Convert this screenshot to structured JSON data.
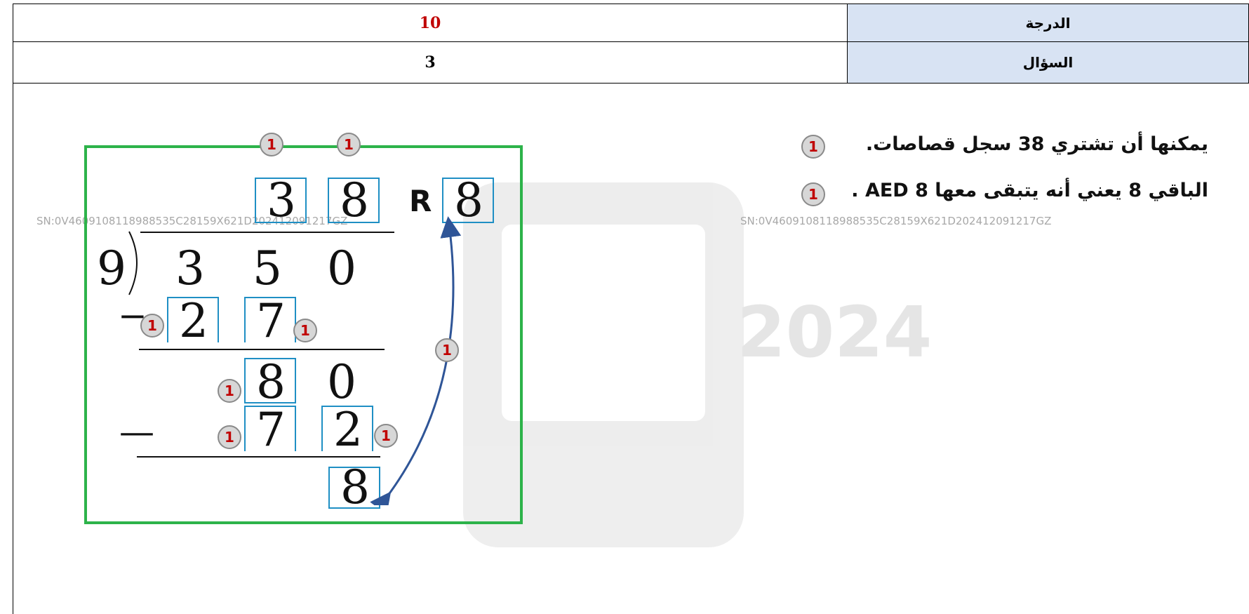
{
  "table": {
    "grade_label": "الدرجة",
    "grade_value": "10",
    "question_label": "السؤال",
    "question_value": "3"
  },
  "answer": {
    "line1": "يمكنها أن تشتري 38 سجل قصاصات.",
    "line2": "الباقي 8 يعني أنه يتبقى معها AED 8 ."
  },
  "serial": "SN:0V460910811898853 5C28159X621D202412091217GZ",
  "serial_text": "SN:0V4609108118988535C28159X621D202412091217GZ",
  "division": {
    "divisor": "9",
    "dividend": [
      "3",
      "5",
      "0"
    ],
    "quotient": [
      "3",
      "8"
    ],
    "remainder_letter": "R",
    "remainder": "8",
    "step1_product": [
      "2",
      "7"
    ],
    "step1_minus": "−",
    "step1_result": [
      "8",
      "0"
    ],
    "step2_product": [
      "7",
      "2"
    ],
    "step2_minus": "—",
    "final_remainder": "8"
  },
  "mark": "1",
  "watermark_year": "2024",
  "colors": {
    "grade_red": "#c00000",
    "header_bg": "#d8e3f3",
    "box_blue": "#1f8fc4",
    "frame_green": "#2db34a",
    "arrow_blue": "#2f5597"
  }
}
